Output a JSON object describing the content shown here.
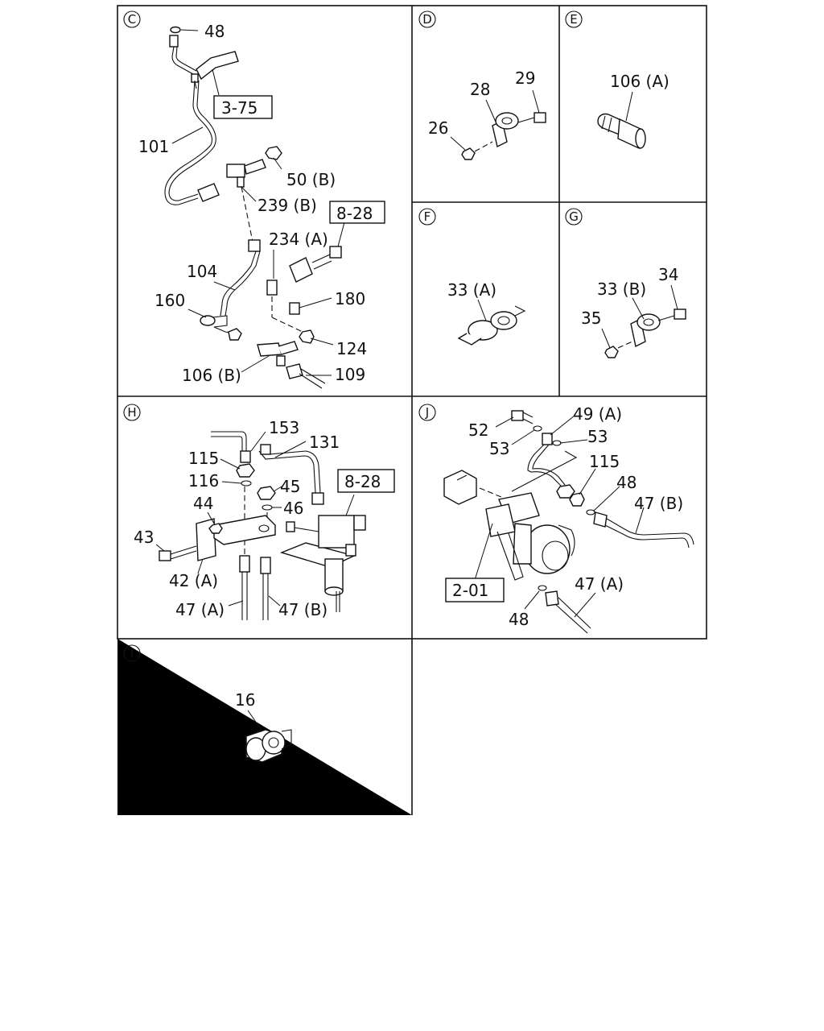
{
  "sections": [
    {
      "id": "C",
      "labels": [
        "48",
        "3-75",
        "101",
        "50 (B)",
        "239 (B)",
        "8-28",
        "234 (A)",
        "104",
        "160",
        "180",
        "124",
        "106 (B)",
        "109"
      ]
    },
    {
      "id": "D",
      "labels": [
        "28",
        "29",
        "26"
      ]
    },
    {
      "id": "E",
      "labels": [
        "106 (A)"
      ]
    },
    {
      "id": "F",
      "labels": [
        "33 (A)"
      ]
    },
    {
      "id": "G",
      "labels": [
        "33 (B)",
        "34",
        "35"
      ]
    },
    {
      "id": "H",
      "labels": [
        "153",
        "131",
        "115",
        "116",
        "45",
        "8-28",
        "44",
        "46",
        "43",
        "42 (A)",
        "47 (A)",
        "47 (B)"
      ]
    },
    {
      "id": "J",
      "labels": [
        "52",
        "49 (A)",
        "53",
        "53",
        "115",
        "48",
        "47 (B)",
        "2-01",
        "47 (A)",
        "48"
      ]
    },
    {
      "id": "I",
      "labels": [
        "16"
      ]
    }
  ]
}
